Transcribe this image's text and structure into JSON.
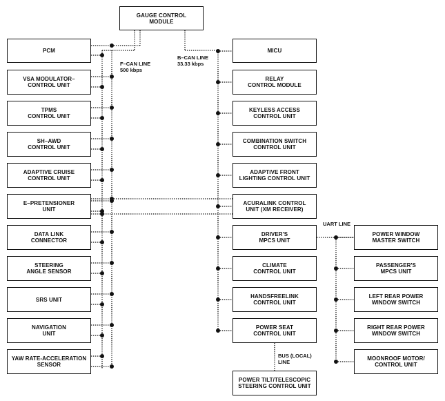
{
  "boxes": {
    "gauge": [
      "GAUGE CONTROL",
      "MODULE"
    ],
    "pcm": [
      "PCM"
    ],
    "vsa": [
      "VSA MODULATOR–",
      "CONTROL UNIT"
    ],
    "tpms": [
      "TPMS",
      "CONTROL UNIT"
    ],
    "shawd": [
      "SH–AWD",
      "CONTROL UNIT"
    ],
    "acc": [
      "ADAPTIVE CRUISE",
      "CONTROL UNIT"
    ],
    "epre": [
      "E–PRETENSIONER",
      "UNIT"
    ],
    "dlc": [
      "DATA LINK",
      "CONNECTOR"
    ],
    "steer": [
      "STEERING",
      "ANGLE SENSOR"
    ],
    "srs": [
      "SRS UNIT"
    ],
    "navi": [
      "NAVIGATION",
      "UNIT"
    ],
    "yaw": [
      "YAW RATE-ACCELERATION",
      "SENSOR"
    ],
    "micu": [
      "MICU"
    ],
    "relay": [
      "RELAY",
      "CONTROL MODULE"
    ],
    "keyless": [
      "KEYLESS ACCESS",
      "CONTROL UNIT"
    ],
    "combo": [
      "COMBINATION SWITCH",
      "CONTROL UNIT"
    ],
    "afl": [
      "ADAPTIVE FRONT",
      "LIGHTING CONTROL UNIT"
    ],
    "acuralink": [
      "ACURALINK CONTROL",
      "UNIT (XM RECEIVER)"
    ],
    "driver": [
      "DRIVER'S",
      "MPCS UNIT"
    ],
    "climate": [
      "CLIMATE",
      "CONTROL UNIT"
    ],
    "hfl": [
      "HANDSFREELINK",
      "CONTROL UNIT"
    ],
    "pseat": [
      "POWER SEAT",
      "CONTROL UNIT"
    ],
    "ptilt": [
      "POWER TILT/TELESCOPIC",
      "STEERING CONTROL UNIT"
    ],
    "pwms": [
      "POWER WINDOW",
      "MASTER SWITCH"
    ],
    "pass": [
      "PASSENGER'S",
      "MPCS UNIT"
    ],
    "lrpw": [
      "LEFT REAR POWER",
      "WINDOW SWITCH"
    ],
    "rrpw": [
      "RIGHT REAR POWER",
      "WINDOW SWITCH"
    ],
    "moon": [
      "MOONROOF MOTOR/",
      "CONTROL UNIT"
    ]
  },
  "labels": {
    "fcan": [
      "F–CAN LINE",
      "500 kbps"
    ],
    "bcan": [
      "B–CAN LINE",
      "33.33 kbps"
    ],
    "uart": [
      "UART LINE"
    ],
    "bus": [
      "BUS (LOCAL)",
      "LINE"
    ]
  },
  "colors": {
    "line": "#111111",
    "box_border": "#111111",
    "background": "#ffffff"
  }
}
